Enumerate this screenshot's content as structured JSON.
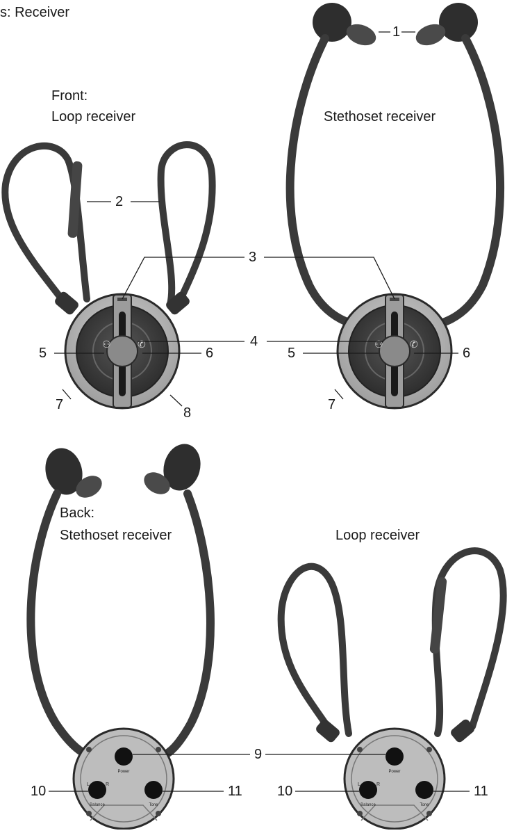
{
  "title": "s: Receiver",
  "sections": {
    "front": {
      "heading": "Front:",
      "loop_caption": "Loop receiver",
      "stetho_caption": "Stethoset receiver"
    },
    "back": {
      "heading": "Back:",
      "stetho_caption": "Stethoset receiver",
      "loop_caption": "Loop receiver"
    }
  },
  "callouts": {
    "n1": "1",
    "n2": "2",
    "n3": "3",
    "n4": "4",
    "n5": "5",
    "n6": "6",
    "n7": "7",
    "n8": "8",
    "n9": "9",
    "n10": "10",
    "n11": "11"
  },
  "back_panel": {
    "power": "Power",
    "balance": "Balance",
    "tone": "Tone",
    "left": "L",
    "right": "R"
  },
  "colors": {
    "device_light": "#b4b4b4",
    "device_dark": "#3c3c3c",
    "cable": "#3a3a3a",
    "center_button": "#8a8a8a"
  }
}
